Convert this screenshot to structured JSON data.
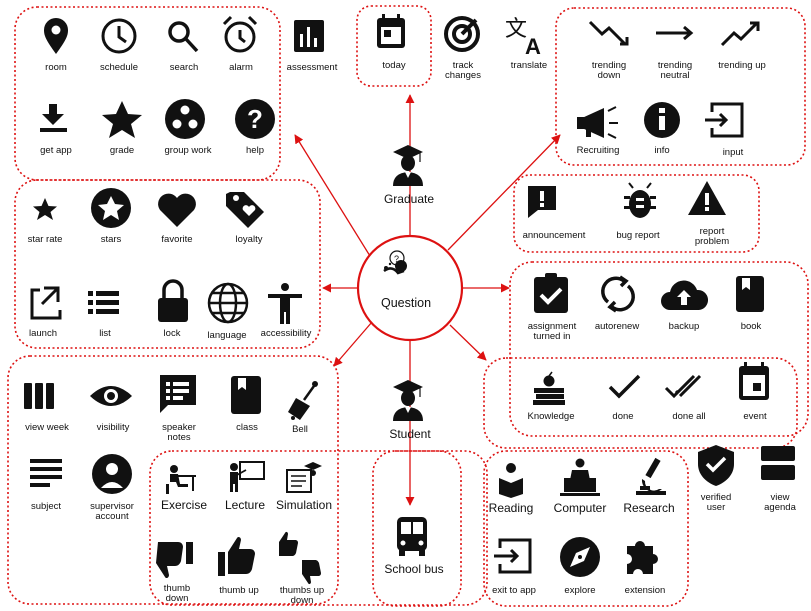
{
  "center": {
    "label": "Question"
  },
  "roles": {
    "graduate": "Graduate",
    "student": "Student",
    "bus": "School bus"
  },
  "colors": {
    "accent": "#dd1111",
    "icon": "#111111"
  },
  "icons": {
    "room": {
      "label": "room",
      "icon": "location-pin-icon"
    },
    "schedule": {
      "label": "schedule",
      "icon": "clock-icon"
    },
    "search": {
      "label": "search",
      "icon": "magnifier-icon"
    },
    "alarm": {
      "label": "alarm",
      "icon": "alarm-clock-icon"
    },
    "assessment": {
      "label": "assessment",
      "icon": "bar-chart-icon"
    },
    "today": {
      "label": "today",
      "icon": "calendar-today-icon"
    },
    "track_changes": {
      "label": "track\nchanges",
      "icon": "track-changes-icon"
    },
    "translate": {
      "label": "translate",
      "icon": "translate-icon"
    },
    "trending_down": {
      "label": "trending\ndown",
      "icon": "trending-down-icon"
    },
    "trending_neutral": {
      "label": "trending\nneutral",
      "icon": "trending-neutral-icon"
    },
    "trending_up": {
      "label": "trending up",
      "icon": "trending-up-icon"
    },
    "get_app": {
      "label": "get app",
      "icon": "download-icon"
    },
    "grade": {
      "label": "grade",
      "icon": "star-icon"
    },
    "group_work": {
      "label": "group work",
      "icon": "group-work-icon"
    },
    "help": {
      "label": "help",
      "icon": "help-icon"
    },
    "recruiting": {
      "label": "Recruiting",
      "icon": "megaphone-icon"
    },
    "info": {
      "label": "info",
      "icon": "info-icon"
    },
    "input": {
      "label": "input",
      "icon": "input-icon"
    },
    "star_rate": {
      "label": "star rate",
      "icon": "small-star-icon"
    },
    "stars": {
      "label": "stars",
      "icon": "stars-circle-icon"
    },
    "favorite": {
      "label": "favorite",
      "icon": "heart-icon"
    },
    "loyalty": {
      "label": "loyalty",
      "icon": "loyalty-tag-icon"
    },
    "announcement": {
      "label": "announcement",
      "icon": "announcement-icon"
    },
    "bug_report": {
      "label": "bug report",
      "icon": "bug-icon"
    },
    "report_problem": {
      "label": "report\nproblem",
      "icon": "warning-triangle-icon"
    },
    "launch": {
      "label": "launch",
      "icon": "launch-icon"
    },
    "list": {
      "label": "list",
      "icon": "list-icon"
    },
    "lock": {
      "label": "lock",
      "icon": "lock-icon"
    },
    "language": {
      "label": "language",
      "icon": "globe-icon"
    },
    "accessibility": {
      "label": "accessibility",
      "icon": "accessibility-icon"
    },
    "assignment": {
      "label": "assignment\nturned in",
      "icon": "assignment-check-icon"
    },
    "autorenew": {
      "label": "autorenew",
      "icon": "autorenew-icon"
    },
    "backup": {
      "label": "backup",
      "icon": "cloud-upload-icon"
    },
    "book": {
      "label": "book",
      "icon": "book-icon"
    },
    "view_week": {
      "label": "view week",
      "icon": "view-week-icon"
    },
    "visibility": {
      "label": "visibility",
      "icon": "eye-icon"
    },
    "speaker_notes": {
      "label": "speaker\nnotes",
      "icon": "speaker-notes-icon"
    },
    "class": {
      "label": "class",
      "icon": "class-icon"
    },
    "bell": {
      "label": "Bell",
      "icon": "school-bell-icon"
    },
    "knowledge": {
      "label": "Knowledge",
      "icon": "books-apple-icon"
    },
    "done": {
      "label": "done",
      "icon": "check-icon"
    },
    "done_all": {
      "label": "done all",
      "icon": "double-check-icon"
    },
    "event": {
      "label": "event",
      "icon": "calendar-event-icon"
    },
    "subject": {
      "label": "subject",
      "icon": "subject-icon"
    },
    "supervisor_account": {
      "label": "supervisor\naccount",
      "icon": "supervisor-icon"
    },
    "exercise": {
      "label": "Exercise",
      "icon": "student-desk-icon"
    },
    "lecture": {
      "label": "Lecture",
      "icon": "lecture-board-icon"
    },
    "simulation": {
      "label": "Simulation",
      "icon": "simulation-icon"
    },
    "reading": {
      "label": "Reading",
      "icon": "reading-icon"
    },
    "computer": {
      "label": "Computer",
      "icon": "laptop-user-icon"
    },
    "research": {
      "label": "Research",
      "icon": "microscope-icon"
    },
    "verified_user": {
      "label": "verified\nuser",
      "icon": "verified-shield-icon"
    },
    "view_agenda": {
      "label": "view\nagenda",
      "icon": "view-agenda-icon"
    },
    "thumb_down": {
      "label": "thumb\ndown",
      "icon": "thumb-down-icon"
    },
    "thumb_up": {
      "label": "thumb up",
      "icon": "thumb-up-icon"
    },
    "thumbs_up_down": {
      "label": "thumbs up\ndown",
      "icon": "thumbs-up-down-icon"
    },
    "exit_to_app": {
      "label": "exit to app",
      "icon": "exit-to-app-icon"
    },
    "explore": {
      "label": "explore",
      "icon": "compass-icon"
    },
    "extension": {
      "label": "extension",
      "icon": "puzzle-icon"
    }
  }
}
